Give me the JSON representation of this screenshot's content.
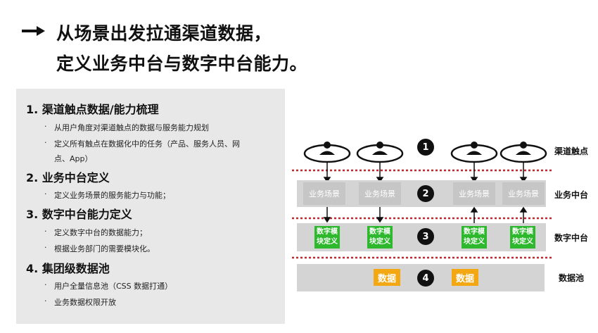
{
  "title": {
    "line1": "从场景出发拉通渠道数据，",
    "line2": "定义业务中台与数字中台能力。",
    "arrow_icon": "right-arrow-icon"
  },
  "sections": [
    {
      "heading": "1.  渠道触点数据/能力梳理",
      "bullets": [
        "从用户角度对渠道触点的数据与服务能力规划",
        "定义所有触点在数据化中的任务（产品、服务人员、网",
        "点、App）"
      ]
    },
    {
      "heading": "2.  业务中台定义",
      "bullets": [
        "定义业务场景的服务能力与功能；"
      ]
    },
    {
      "heading": "3.  数字中台能力定义",
      "bullets": [
        "定义数字中台的数据能力；",
        "根据业务部门的需要模块化。"
      ]
    },
    {
      "heading": "4.  集团级数据池",
      "bullets": [
        "用户全量信息池（CSS 数据打通）",
        "业务数据权限开放"
      ]
    }
  ],
  "bullet_mark": "·",
  "diagram": {
    "row_labels": [
      "渠道触点",
      "业务中台",
      "数字中台",
      "数据池"
    ],
    "numbers": [
      "1",
      "2",
      "3",
      "4"
    ],
    "scene_label": "业务场景",
    "module_label_line1": "数字模",
    "module_label_line2": "块定义",
    "data_label": "数据",
    "colors": {
      "module": "#2eb82e",
      "data": "#f3a712",
      "divider": "#c0282d",
      "box": "#d4d4d4"
    },
    "icons": [
      "user-touchpoint-icon"
    ]
  }
}
